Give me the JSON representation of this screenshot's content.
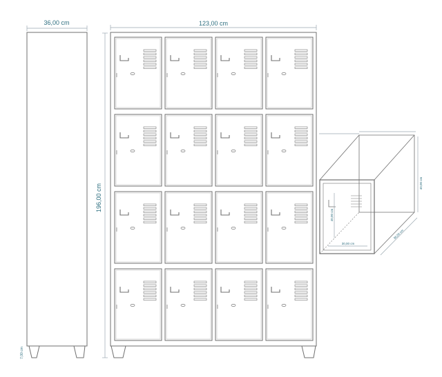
{
  "dimensions": {
    "side_width": "36,00 cm",
    "front_width": "123,00 cm",
    "height": "196,00 cm",
    "foot_height": "7,00 cm",
    "locker_height": "40,00 cm",
    "locker_width": "30,00 cm",
    "locker_depth": "36,00 cm",
    "locker_depth_right": "40,00 cm"
  },
  "cabinet": {
    "rows": 4,
    "columns": 4
  },
  "colors": {
    "line": "#6f6f6f",
    "dimension_text": "#2f6f80",
    "dimension_line": "#9aa8b0"
  }
}
